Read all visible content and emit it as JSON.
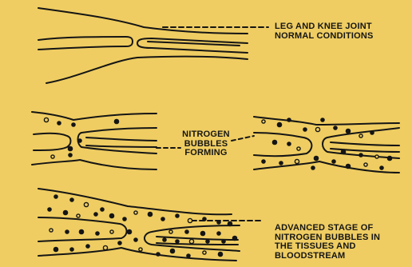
{
  "labels": {
    "normal": [
      "LEG AND KNEE JOINT",
      "NORMAL CONDITIONS"
    ],
    "forming": [
      "NITROGEN",
      "BUBBLES",
      "FORMING"
    ],
    "advanced": [
      "ADVANCED STAGE OF",
      "NITROGEN BUBBLES IN",
      "THE TISSUES AND",
      "BLOODSTREAM"
    ]
  },
  "colors": {
    "background": "#efcd62",
    "ink": "#151515"
  }
}
